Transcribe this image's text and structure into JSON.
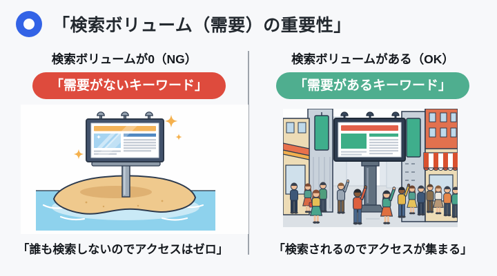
{
  "page": {
    "title": "「検索ボリューム（需要）の重要性」",
    "title_color": "#23292F",
    "background_color": "#F7F8FA",
    "bullet_icon": "blue-ring-icon",
    "bullet_color": "#3363E6",
    "divider_color": "#9DA3AB"
  },
  "left_column": {
    "heading": "検索ボリュームが0（NG）",
    "keyword_pill": {
      "label": "「需要がないキーワード」",
      "background_color": "#DE4B3D",
      "text_color": "#FFFFFF"
    },
    "caption": "「誰も検索しないのでアクセスはゼロ」",
    "illustration": {
      "name": "billboard-on-deserted-island",
      "description": "Billboard showing a webpage standing on an empty sand island surrounded by water, with sparkles but no people",
      "colors": {
        "water": "#8ED2ED",
        "sand": "#EFC98D",
        "billboard_frame": "#42526B",
        "header_bar": "#F4B45A",
        "image_block": "#A6D4F1",
        "accent_bar": "#5088C1",
        "sparkle": "#F5B14E"
      }
    }
  },
  "right_column": {
    "heading": "検索ボリュームがある（OK）",
    "keyword_pill": {
      "label": "「需要があるキーワード」",
      "background_color": "#4FAE8F",
      "text_color": "#FFFFFF"
    },
    "caption": "「検索されるのでアクセスが集まる」",
    "illustration": {
      "name": "billboard-in-busy-street",
      "description": "Crowd of people on a city street looking and pointing at a billboard showing a webpage",
      "colors": {
        "billboard_frame": "#2F3D50",
        "header_bar": "#E2604A",
        "image_block": "#3DAE87",
        "sign_green": "#3FAE8C",
        "awning_red": "#D9512F",
        "building_beige": "#EDDCB6",
        "building_gray": "#C9D2DB"
      }
    }
  }
}
